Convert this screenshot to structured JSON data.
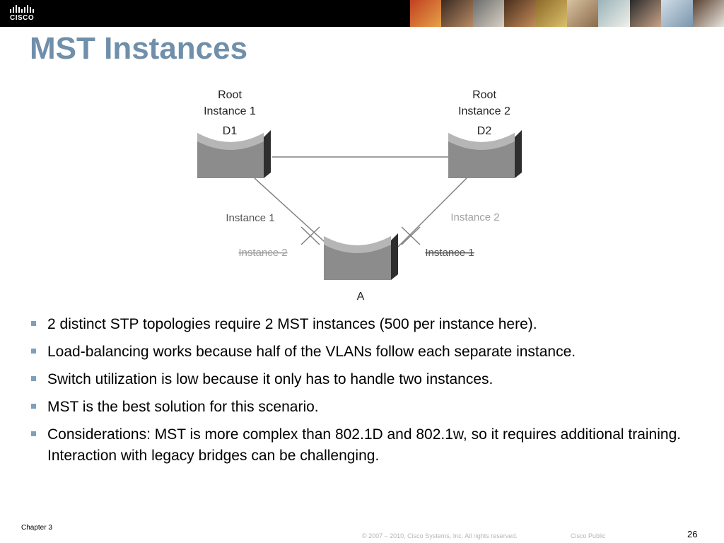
{
  "header": {
    "logo_text": "CISCO",
    "colors": {
      "bar": "#000000",
      "title": "#6f8faa",
      "bullet": "#7f9fba"
    }
  },
  "title": "MST Instances",
  "diagram": {
    "switch_d1": {
      "role": "Root",
      "instance": "Instance 1",
      "name": "D1"
    },
    "switch_d2": {
      "role": "Root",
      "instance": "Instance 2",
      "name": "D2"
    },
    "switch_a": {
      "name": "A"
    },
    "labels": {
      "left_forwarding": "Instance 1",
      "left_blocked": "Instance 2",
      "right_forwarding": "Instance 2",
      "right_blocked": "Instance 1"
    }
  },
  "bullets": [
    "2 distinct STP topologies require 2 MST instances (500 per instance here).",
    "Load-balancing works because half of the VLANs follow each separate instance.",
    "Switch utilization is low because it only has to handle two instances.",
    "MST is the best solution for this scenario.",
    "Considerations: MST is more complex than 802.1D and 802.1w, so it requires additional training. Interaction with legacy bridges can be challenging."
  ],
  "footer": {
    "chapter": "Chapter 3",
    "copyright": "© 2007 – 2010, Cisco Systems, Inc. All rights reserved.",
    "classification": "Cisco Public",
    "page_number": "26"
  }
}
